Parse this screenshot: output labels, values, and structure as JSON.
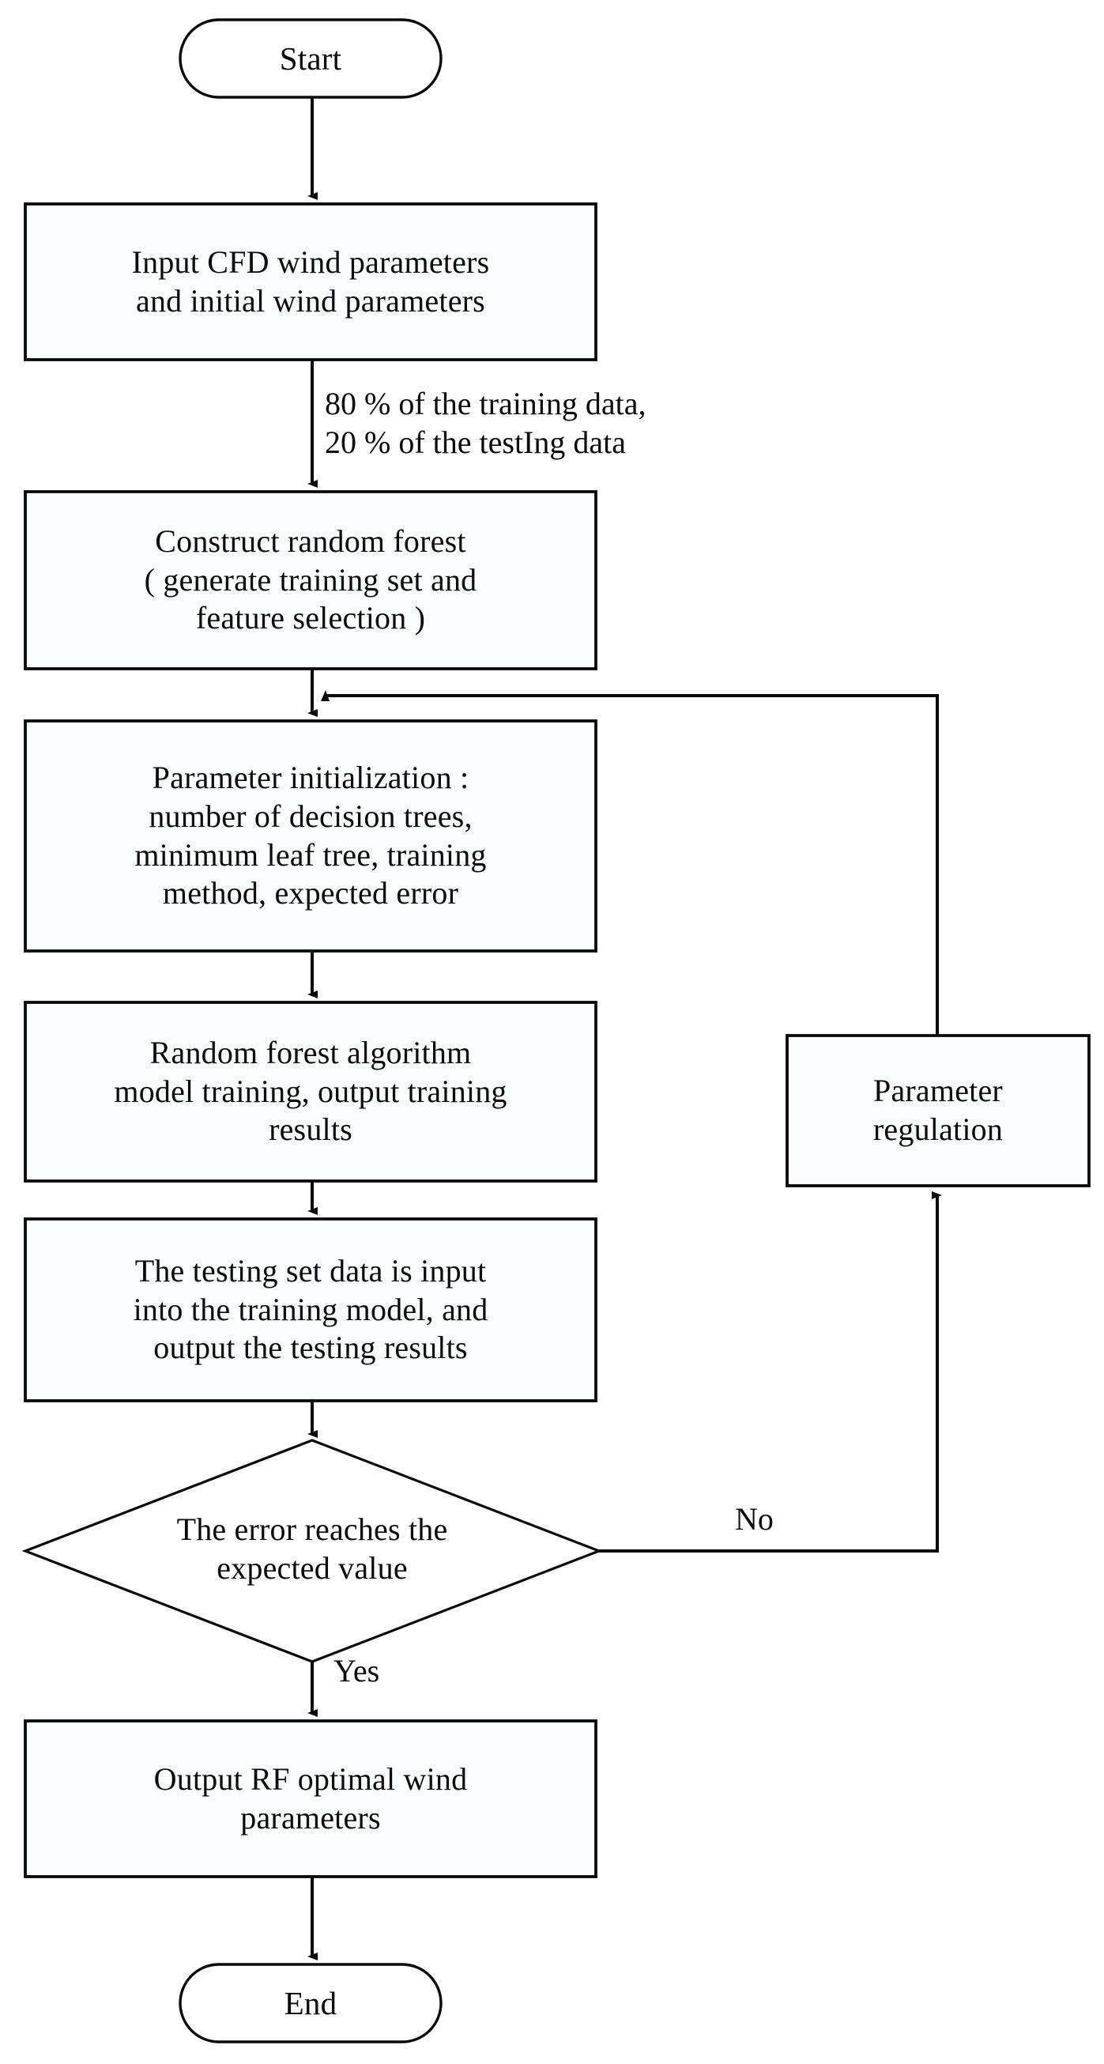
{
  "diagram": {
    "type": "flowchart",
    "title": "Random forest wind parameter optimization flowchart",
    "orientation": "top-to-bottom",
    "line_color": "#0a0a0a",
    "fill_color": "#ffffff",
    "text_color": "#0a0a0a"
  },
  "nodes": {
    "start": {
      "label": "Start",
      "shape": "terminator"
    },
    "input": {
      "label": "Input CFD wind parameters\nand initial wind parameters",
      "shape": "process"
    },
    "construct": {
      "label": "Construct random forest\n( generate training set and\nfeature selection )",
      "shape": "process"
    },
    "param_init": {
      "label": "Parameter initialization :\nnumber of decision trees,\nminimum leaf tree, training\nmethod, expected error",
      "shape": "process"
    },
    "train": {
      "label": "Random forest algorithm\nmodel training, output training\nresults",
      "shape": "process"
    },
    "test": {
      "label": "The testing set data is input\ninto the training model, and\noutput the testing results",
      "shape": "process"
    },
    "decision": {
      "label": "The error reaches the\nexpected value",
      "shape": "decision"
    },
    "regulate": {
      "label": "Parameter\nregulation",
      "shape": "process"
    },
    "output": {
      "label": "Output RF optimal wind\nparameters",
      "shape": "process"
    },
    "end": {
      "label": "End",
      "shape": "terminator"
    }
  },
  "edge_labels": {
    "split": "80 % of the training data,\n20 % of the testIng data",
    "no": "No",
    "yes": "Yes"
  },
  "edges": [
    {
      "from": "start",
      "to": "input",
      "label": ""
    },
    {
      "from": "input",
      "to": "construct",
      "label": "80 % of the training data,\n20 % of the testIng data"
    },
    {
      "from": "construct",
      "to": "param_init",
      "label": ""
    },
    {
      "from": "param_init",
      "to": "train",
      "label": ""
    },
    {
      "from": "train",
      "to": "test",
      "label": ""
    },
    {
      "from": "test",
      "to": "decision",
      "label": ""
    },
    {
      "from": "decision",
      "to": "regulate",
      "label": "No"
    },
    {
      "from": "regulate",
      "to": "param_init",
      "label": ""
    },
    {
      "from": "decision",
      "to": "output",
      "label": "Yes"
    },
    {
      "from": "output",
      "to": "end",
      "label": ""
    }
  ]
}
